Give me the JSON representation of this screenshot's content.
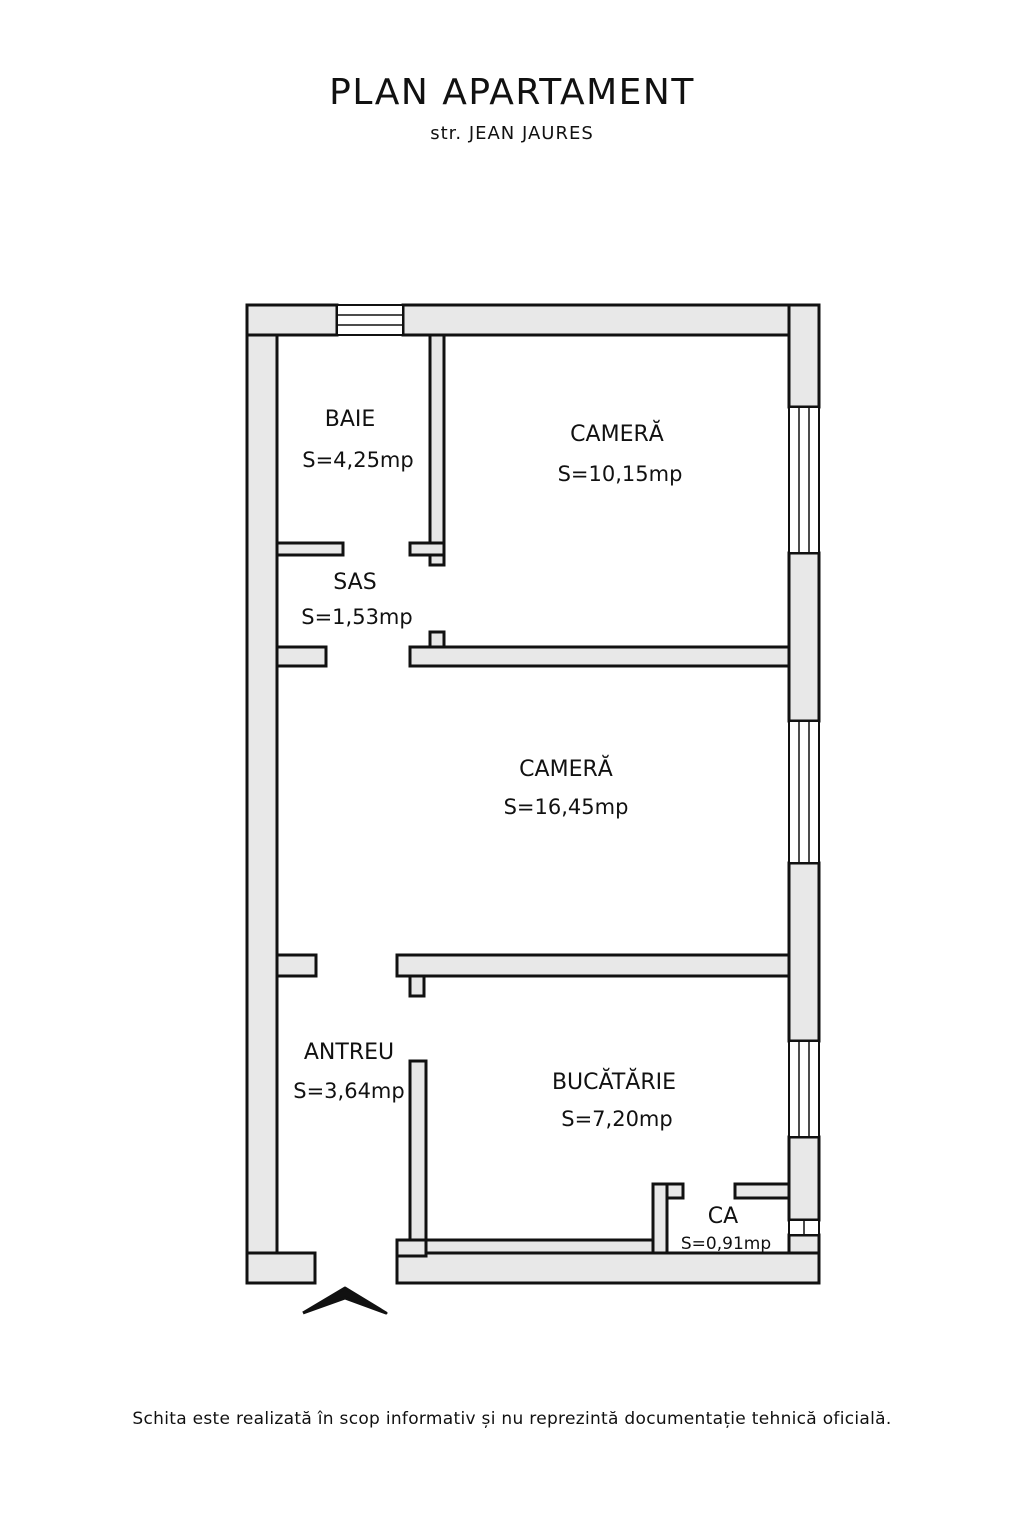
{
  "header": {
    "title": "PLAN APARTAMENT",
    "subtitle": "str. JEAN JAURES"
  },
  "rooms": {
    "baie": {
      "name": "BAIE",
      "area": "S=4,25mp"
    },
    "camera1": {
      "name": "CAMERĂ",
      "area": "S=10,15mp"
    },
    "sas": {
      "name": "SAS",
      "area": "S=1,53mp"
    },
    "camera2": {
      "name": "CAMERĂ",
      "area": "S=16,45mp"
    },
    "antreu": {
      "name": "ANTREU",
      "area": "S=3,64mp"
    },
    "bucatarie": {
      "name": "BUCĂTĂRIE",
      "area": "S=7,20mp"
    },
    "ca": {
      "name": "CA",
      "area": "S=0,91mp"
    }
  },
  "footer": {
    "disclaimer": "Schita este realizată în scop informativ și nu reprezintă documentație tehnică oficială."
  }
}
